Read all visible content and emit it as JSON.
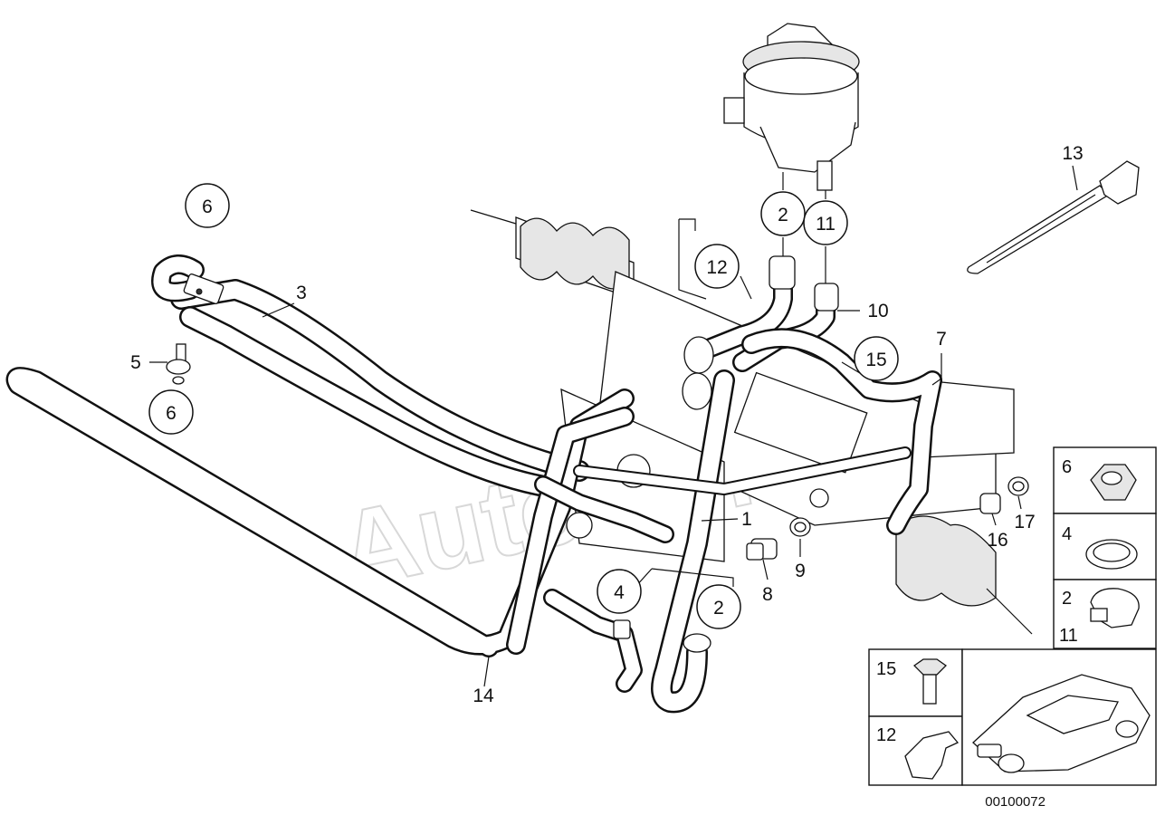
{
  "watermark": "AutoSoft",
  "diagram_code": "00100072",
  "callouts": {
    "c1": "1",
    "c2a": "2",
    "c2b": "2",
    "c3": "3",
    "c4": "4",
    "c5": "5",
    "c6a": "6",
    "c6b": "6",
    "c7": "7",
    "c8": "8",
    "c9": "9",
    "c10": "10",
    "c11": "11",
    "c12": "12",
    "c13": "13",
    "c14": "14",
    "c15": "15",
    "c16": "16",
    "c17": "17"
  },
  "legend": {
    "nut": "6",
    "ring": "4",
    "clamp_a": "2",
    "clamp_b": "11",
    "bolt": "15",
    "bracket": "12"
  }
}
